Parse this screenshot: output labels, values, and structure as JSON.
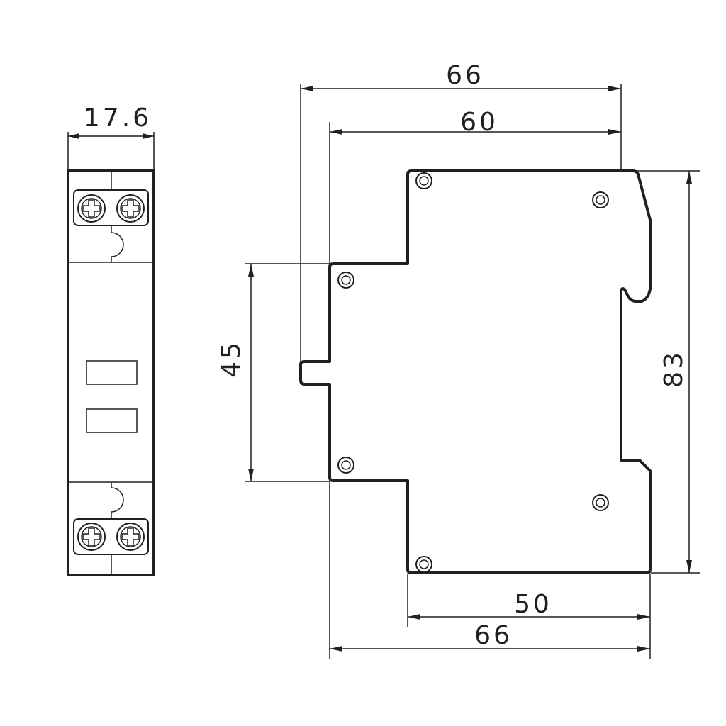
{
  "front_view": {
    "width_label": "17.6"
  },
  "side_view": {
    "overall_depth_label": "66",
    "body_depth_label": "60",
    "rail_height_label": "45",
    "overall_height_label": "83",
    "base_depth_label": "50",
    "bottom_depth_label": "66"
  },
  "colors": {
    "line": "#231f20",
    "background": "#ffffff"
  }
}
